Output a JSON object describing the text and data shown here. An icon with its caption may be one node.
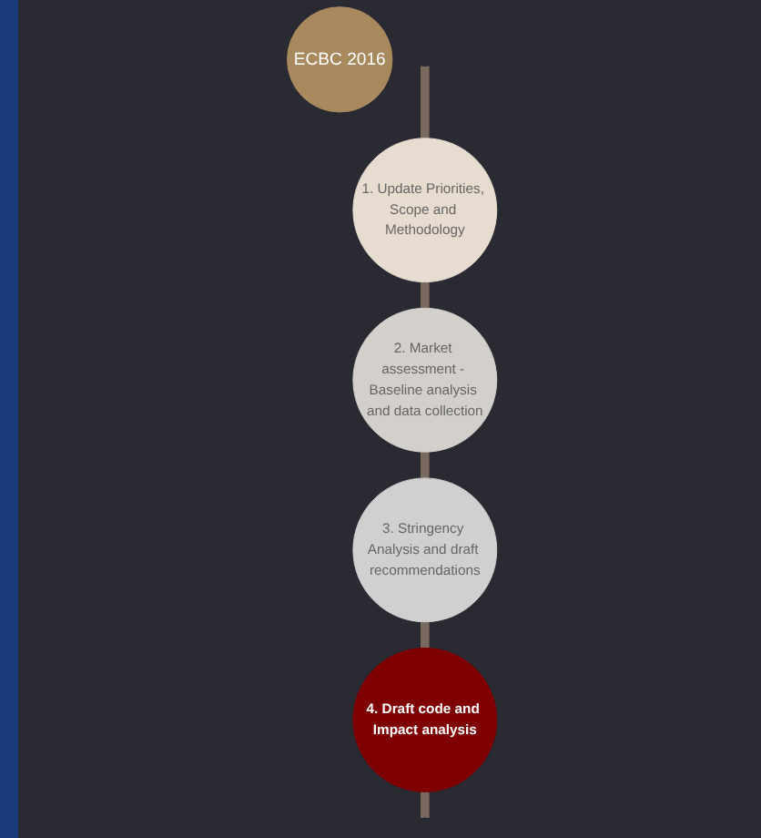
{
  "diagram": {
    "nodes": [
      {
        "text": [
          "ECBC 2016"
        ]
      },
      {
        "text": [
          "1. Update Priorities, Scope and Methodology"
        ]
      },
      {
        "text": [
          "2. Market assessment - Baseline analysis and data collection"
        ]
      },
      {
        "text": [
          "3. Stringency Analysis and draft recommendations"
        ]
      },
      {
        "text": [
          "4. Draft code and Impact analysis"
        ]
      }
    ],
    "edges": [
      {
        "from": null,
        "to": 1,
        "arrow": "none"
      },
      {
        "from": 1,
        "to": 2,
        "arrow": "none"
      },
      {
        "from": 2,
        "to": 3,
        "arrow": "none"
      },
      {
        "from": 3,
        "to": 4,
        "arrow": "none"
      },
      {
        "from": 4,
        "to": null,
        "arrow": "none"
      }
    ]
  }
}
